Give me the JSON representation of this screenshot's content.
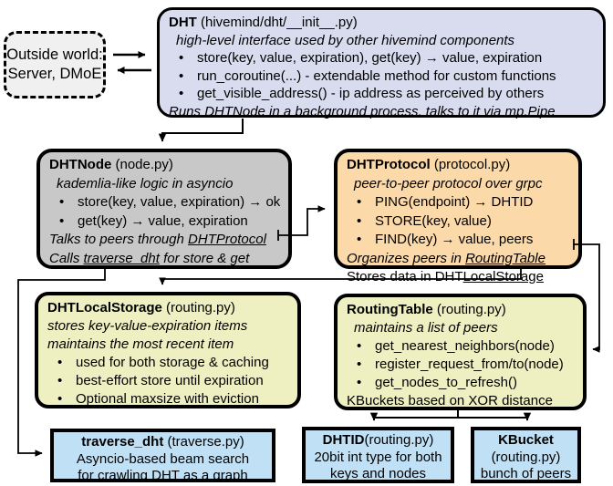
{
  "colors": {
    "dht_fill": "#d8dcee",
    "node_fill": "#c8c8c8",
    "protocol_fill": "#fcd9a8",
    "storage_fill": "#eff0c2",
    "routing_fill": "#eff0c2",
    "leaf_fill": "#c0e1f5",
    "outside_fill": "#f0f0f0",
    "border": "#000000"
  },
  "outside": {
    "line1": "Outside world:",
    "line2": "Server, DMoE"
  },
  "dht": {
    "name": "DHT",
    "file": " (hivemind/dht/__init__.py)",
    "tagline": "high-level interface used by other hivemind components",
    "bullets": [
      "store(key, value, expiration), get(key) → value, expiration",
      "run_coroutine(...) - extendable method for custom functions",
      "get_visible_address() - ip address as perceived by others"
    ],
    "footer_prefix": "Runs ",
    "footer_link": "DHTNode",
    "footer_suffix": " in a background process, talks to it via mp.Pipe"
  },
  "dhtnode": {
    "name": "DHTNode",
    "file": " (node.py)",
    "tagline": "kademlia-like logic in asyncio",
    "bullets": [
      "store(key, value, expiration) → ok",
      "get(key) → value, expiration"
    ],
    "talks_prefix": "Talks to peers through ",
    "talks_link": "DHTProtocol",
    "calls_prefix": "Calls ",
    "calls_link": "traverse_dht",
    "calls_suffix": " for store & get"
  },
  "dhtprotocol": {
    "name": "DHTProtocol",
    "file": " (protocol.py)",
    "tagline": "peer-to-peer protocol over grpc",
    "bullets": [
      "PING(endpoint) → DHTID",
      "STORE(key, value)",
      "FIND(key) → value, peers"
    ],
    "organizes_prefix": "Organizes peers in ",
    "organizes_link": "RoutingTable",
    "stores_prefix": "Stores data in DHT",
    "stores_link": "LocalStorage"
  },
  "localstorage": {
    "name": "DHTLocalStorage",
    "file": " (routing.py)",
    "tagline1": "stores key-value-expiration items",
    "tagline2": "maintains the most recent item",
    "bullets": [
      "used for both storage & caching",
      "best-effort store until expiration",
      "Optional maxsize with eviction"
    ]
  },
  "routingtable": {
    "name": "RoutingTable",
    "file": " (routing.py)",
    "tagline": "maintains a list of peers",
    "bullets": [
      "get_nearest_neighbors(node)",
      "register_request_from/to(node)",
      "get_nodes_to_refresh()"
    ],
    "footer": "KBuckets based on XOR distance"
  },
  "traverse": {
    "name": "traverse_dht",
    "file": " (traverse.py)",
    "line2": "Asyncio-based beam search",
    "line3": "for crawling DHT as a graph"
  },
  "dhtid": {
    "name": "DHTID",
    "file": "(routing.py)",
    "line2": "20bit int type for both",
    "line3": "keys and nodes"
  },
  "kbucket": {
    "name": "KBucket",
    "file": "(routing.py)",
    "line3": "bunch of peers"
  }
}
